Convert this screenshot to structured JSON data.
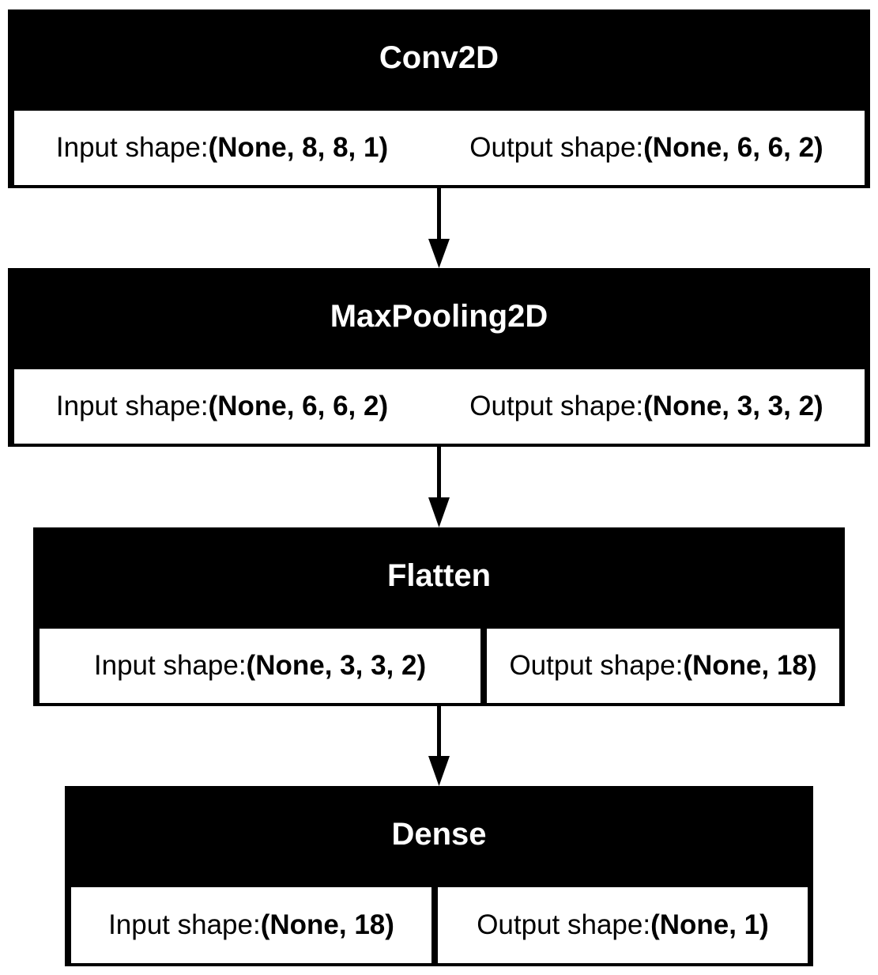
{
  "layers": [
    {
      "name": "Conv2D",
      "input_label": "Input shape: ",
      "input_value": "(None, 8, 8, 1)",
      "output_label": "Output shape: ",
      "output_value": "(None, 6, 6, 2)"
    },
    {
      "name": "MaxPooling2D",
      "input_label": "Input shape: ",
      "input_value": "(None, 6, 6, 2)",
      "output_label": "Output shape: ",
      "output_value": "(None, 3, 3, 2)"
    },
    {
      "name": "Flatten",
      "input_label": "Input shape: ",
      "input_value": "(None, 3, 3, 2)",
      "output_label": "Output shape: ",
      "output_value": "(None, 18)"
    },
    {
      "name": "Dense",
      "input_label": "Input shape: ",
      "input_value": "(None, 18)",
      "output_label": "Output shape: ",
      "output_value": "(None, 1)"
    }
  ]
}
